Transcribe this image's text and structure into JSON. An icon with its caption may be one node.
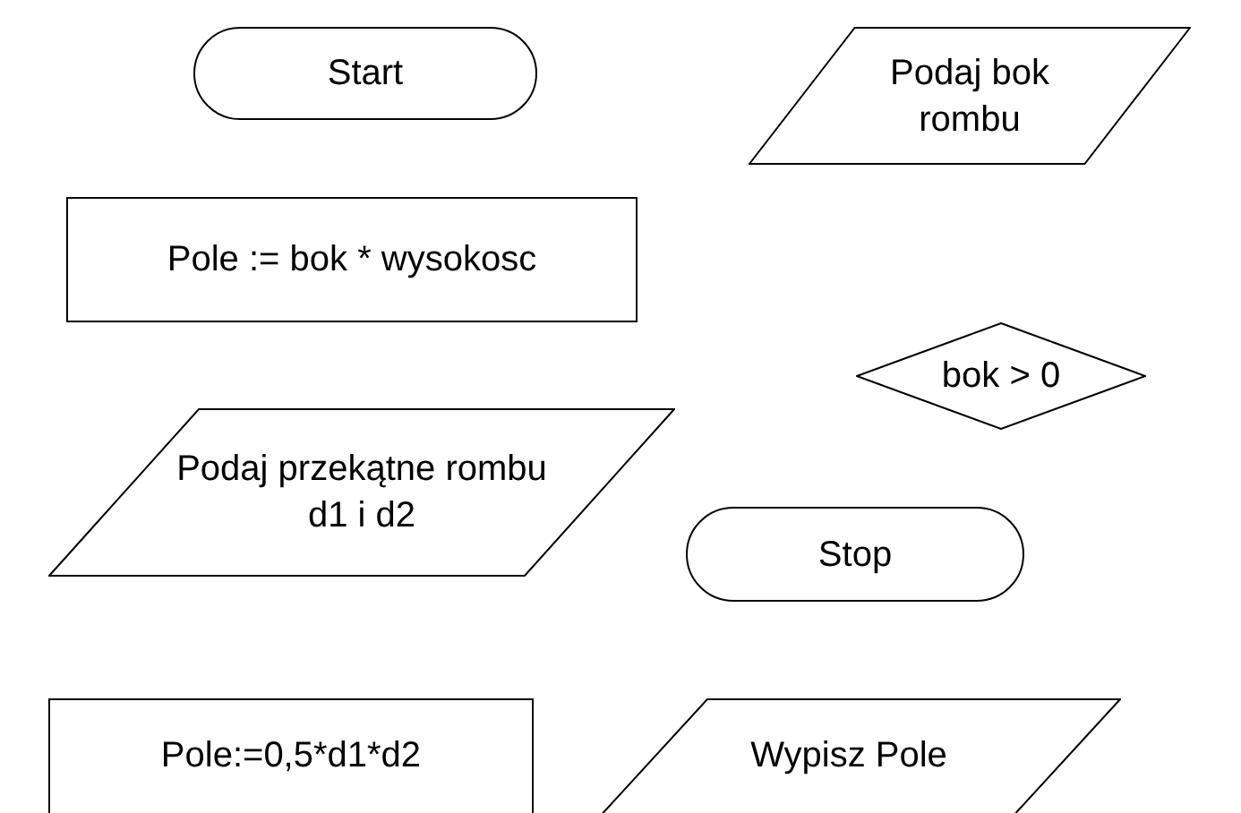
{
  "diagram": {
    "nodes": [
      {
        "text": [
          "Start"
        ]
      },
      {
        "text": [
          "Podaj bok rombu"
        ]
      },
      {
        "text": [
          "Pole := bok * wysokosc"
        ]
      },
      {
        "text": [
          "bok > 0"
        ]
      },
      {
        "text": [
          "Podaj przekątne rombu d1 i d2"
        ]
      },
      {
        "text": [
          "Stop"
        ]
      },
      {
        "text": [
          "Pole:=0,5*d1*d2"
        ]
      },
      {
        "text": [
          "Wypisz Pole"
        ]
      }
    ]
  }
}
